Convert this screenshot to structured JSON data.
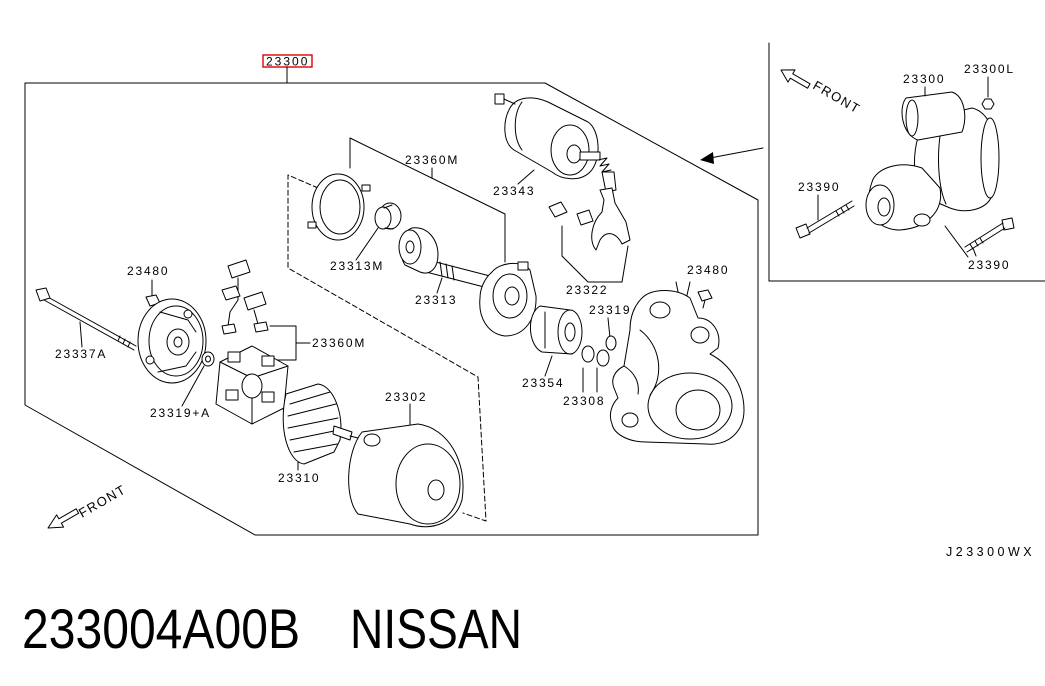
{
  "main_view": {
    "assembly_callout": "23300",
    "callouts": [
      "23360M",
      "23343",
      "23313M",
      "23313",
      "23322",
      "23480",
      "23319",
      "23480",
      "23337A",
      "23360M",
      "23319+A",
      "23354",
      "23308",
      "23310",
      "23302"
    ],
    "front_marker": "FRONT"
  },
  "inset_view": {
    "front_marker": "FRONT",
    "callouts": [
      "23300",
      "23300L",
      "23390",
      "23390"
    ]
  },
  "diagram_code": "J23300WX",
  "caption": {
    "part_number": "233004A00B",
    "brand": "NISSAN"
  },
  "colors": {
    "line": "#000000",
    "highlight_box": "#e10000",
    "background": "#ffffff"
  }
}
